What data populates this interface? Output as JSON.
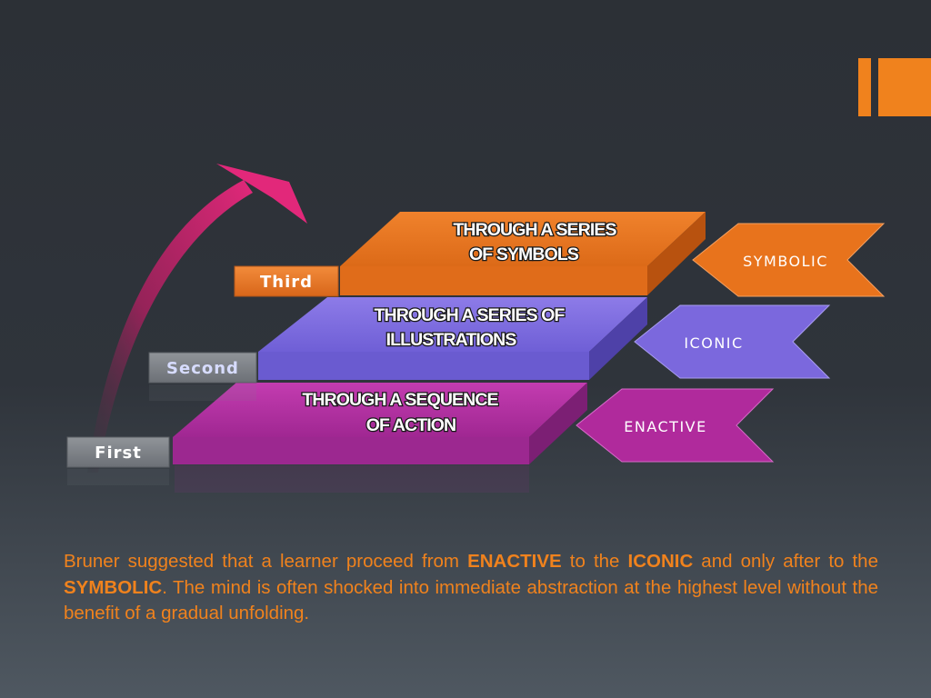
{
  "steps": [
    {
      "label": "First",
      "description_lines": [
        "THROUGH A SEQUENCE",
        "OF ACTION"
      ],
      "mode": "ENACTIVE"
    },
    {
      "label": "Second",
      "description_lines": [
        "THROUGH A SERIES OF",
        "ILLUSTRATIONS"
      ],
      "mode": "ICONIC"
    },
    {
      "label": "Third",
      "description_lines": [
        "THROUGH A SERIES",
        "OF SYMBOLS"
      ],
      "mode": "SYMBOLIC"
    }
  ],
  "caption": {
    "part1": "Bruner suggested that a learner proceed from ",
    "enactive": "ENACTIVE",
    "part2": " to the ",
    "iconic": "ICONIC",
    "part3": " and only after to the ",
    "symbolic": "SYMBOLIC",
    "part4": ". The mind is often shocked into immediate abstraction at the highest level without the benefit of a gradual unfolding."
  },
  "colors": {
    "background": "#2f343b",
    "accent_orange": "#f0821d",
    "step1_magenta": "#b02a9c",
    "step2_purple": "#7b68dd",
    "step3_orange": "#e8731c",
    "arrow_pink": "#d42a70",
    "tab_gray": "#7e8288"
  }
}
